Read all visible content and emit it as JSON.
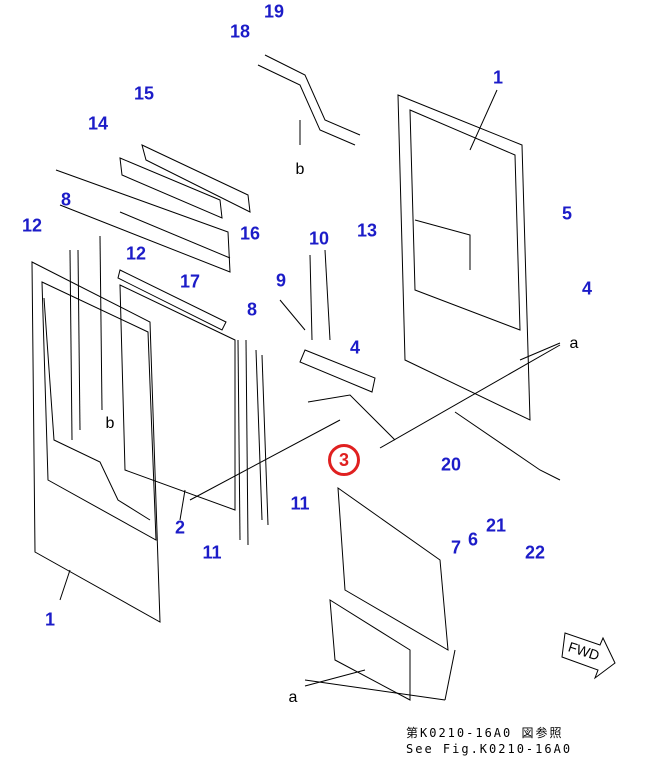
{
  "callouts": [
    "19",
    "18",
    "1",
    "15",
    "14",
    "5",
    "8",
    "12",
    "16",
    "10",
    "13",
    "12",
    "17",
    "9",
    "4",
    "8",
    "4",
    "20",
    "11",
    "2",
    "21",
    "6",
    "7",
    "22",
    "11",
    "1"
  ],
  "refs": {
    "b1": "b",
    "b2": "b",
    "a1": "a",
    "a2": "a"
  },
  "highlighted_part": "3",
  "fwd_label": "FWD",
  "note_jp": "第K0210-16A0 図参照",
  "note_en": "See Fig.K0210-16A0",
  "colors": {
    "callout": "#1c1cc8",
    "highlight": "#e02020"
  }
}
